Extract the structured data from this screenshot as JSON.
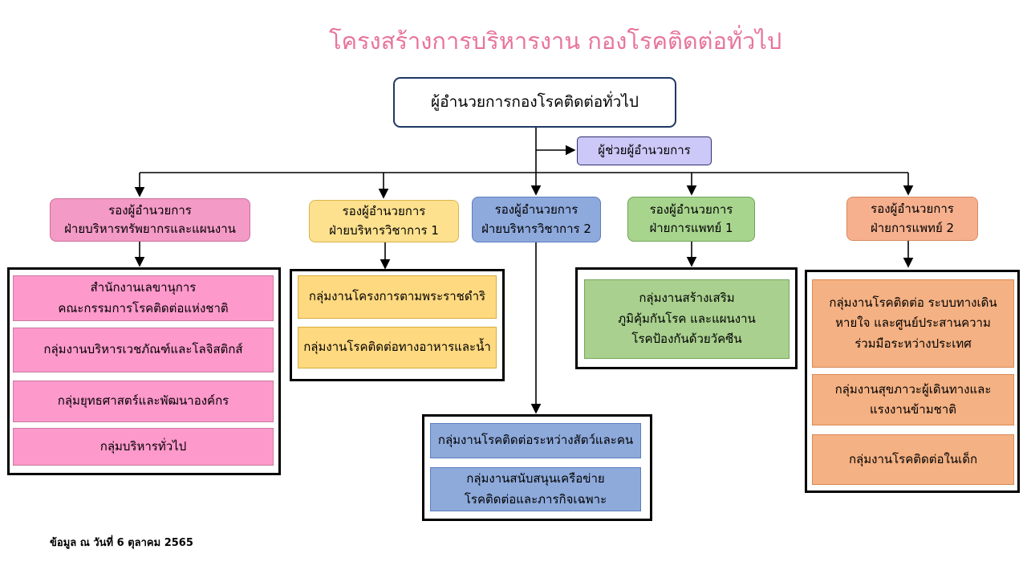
{
  "title": "โครงสร้างการบริหารงาน  กองโรคติดต่อทั่วไป",
  "director": "ผู้อำนวยการกองโรคติดต่อทั่วไป",
  "assistant": "ผู้ช่วยผู้อำนวยการ",
  "deputies": [
    {
      "label": "รองผู้อำนวยการ\nฝ่ายบริหารทรัพยากรและแผนงาน",
      "color": "#f49ac6"
    },
    {
      "label": "รองผู้อำนวยการ\nฝ่ายบริหารวิชาการ 1",
      "color": "#fde18e"
    },
    {
      "label": "รองผู้อำนวยการ\nฝ่ายบริหารวิชาการ 2",
      "color": "#8ea9dc"
    },
    {
      "label": "รองผู้อำนวยการ\nฝ่ายการแพทย์ 1",
      "color": "#a8d58e"
    },
    {
      "label": "รองผู้อำนวยการ\nฝ่ายการแพทย์ 2",
      "color": "#f6b08e"
    }
  ],
  "groups": {
    "resources": [
      "สำนักงานเลขานุการ\nคณะกรรมการโรคติดต่อแห่งชาติ",
      "กลุ่มงานบริหารเวชภัณฑ์และโลจิสติกส์",
      "กลุ่มยุทธศาสตร์และพัฒนาองค์กร",
      "กลุ่มบริหารทั่วไป"
    ],
    "academic1": [
      "กลุ่มงานโครงการตามพระราชดำริ",
      "กลุ่มงานโรคติดต่อทางอาหารและน้ำ"
    ],
    "academic2": [
      "กลุ่มงานโรคติดต่อระหว่างสัตว์และคน",
      "กลุ่มงานสนับสนุนเครือข่าย\nโรคติดต่อและภารกิจเฉพาะ"
    ],
    "medical1": [
      "กลุ่มงานสร้างเสริม\nภูมิคุ้มกันโรค และแผนงาน\nโรคป้องกันด้วยวัคซีน"
    ],
    "medical2": [
      "กลุ่มงานโรคติดต่อ ระบบทางเดิน\nหายใจ และศูนย์ประสานความ\nร่วมมือระหว่างประเทศ",
      "กลุ่มงานสุขภาวะผู้เดินทางและ\nแรงงานข้ามชาติ",
      "กลุ่มงานโรคติดต่อในเด็ก"
    ]
  },
  "footnote": "ข้อมูล ณ วันที่ 6 ตุลาคม 2565"
}
